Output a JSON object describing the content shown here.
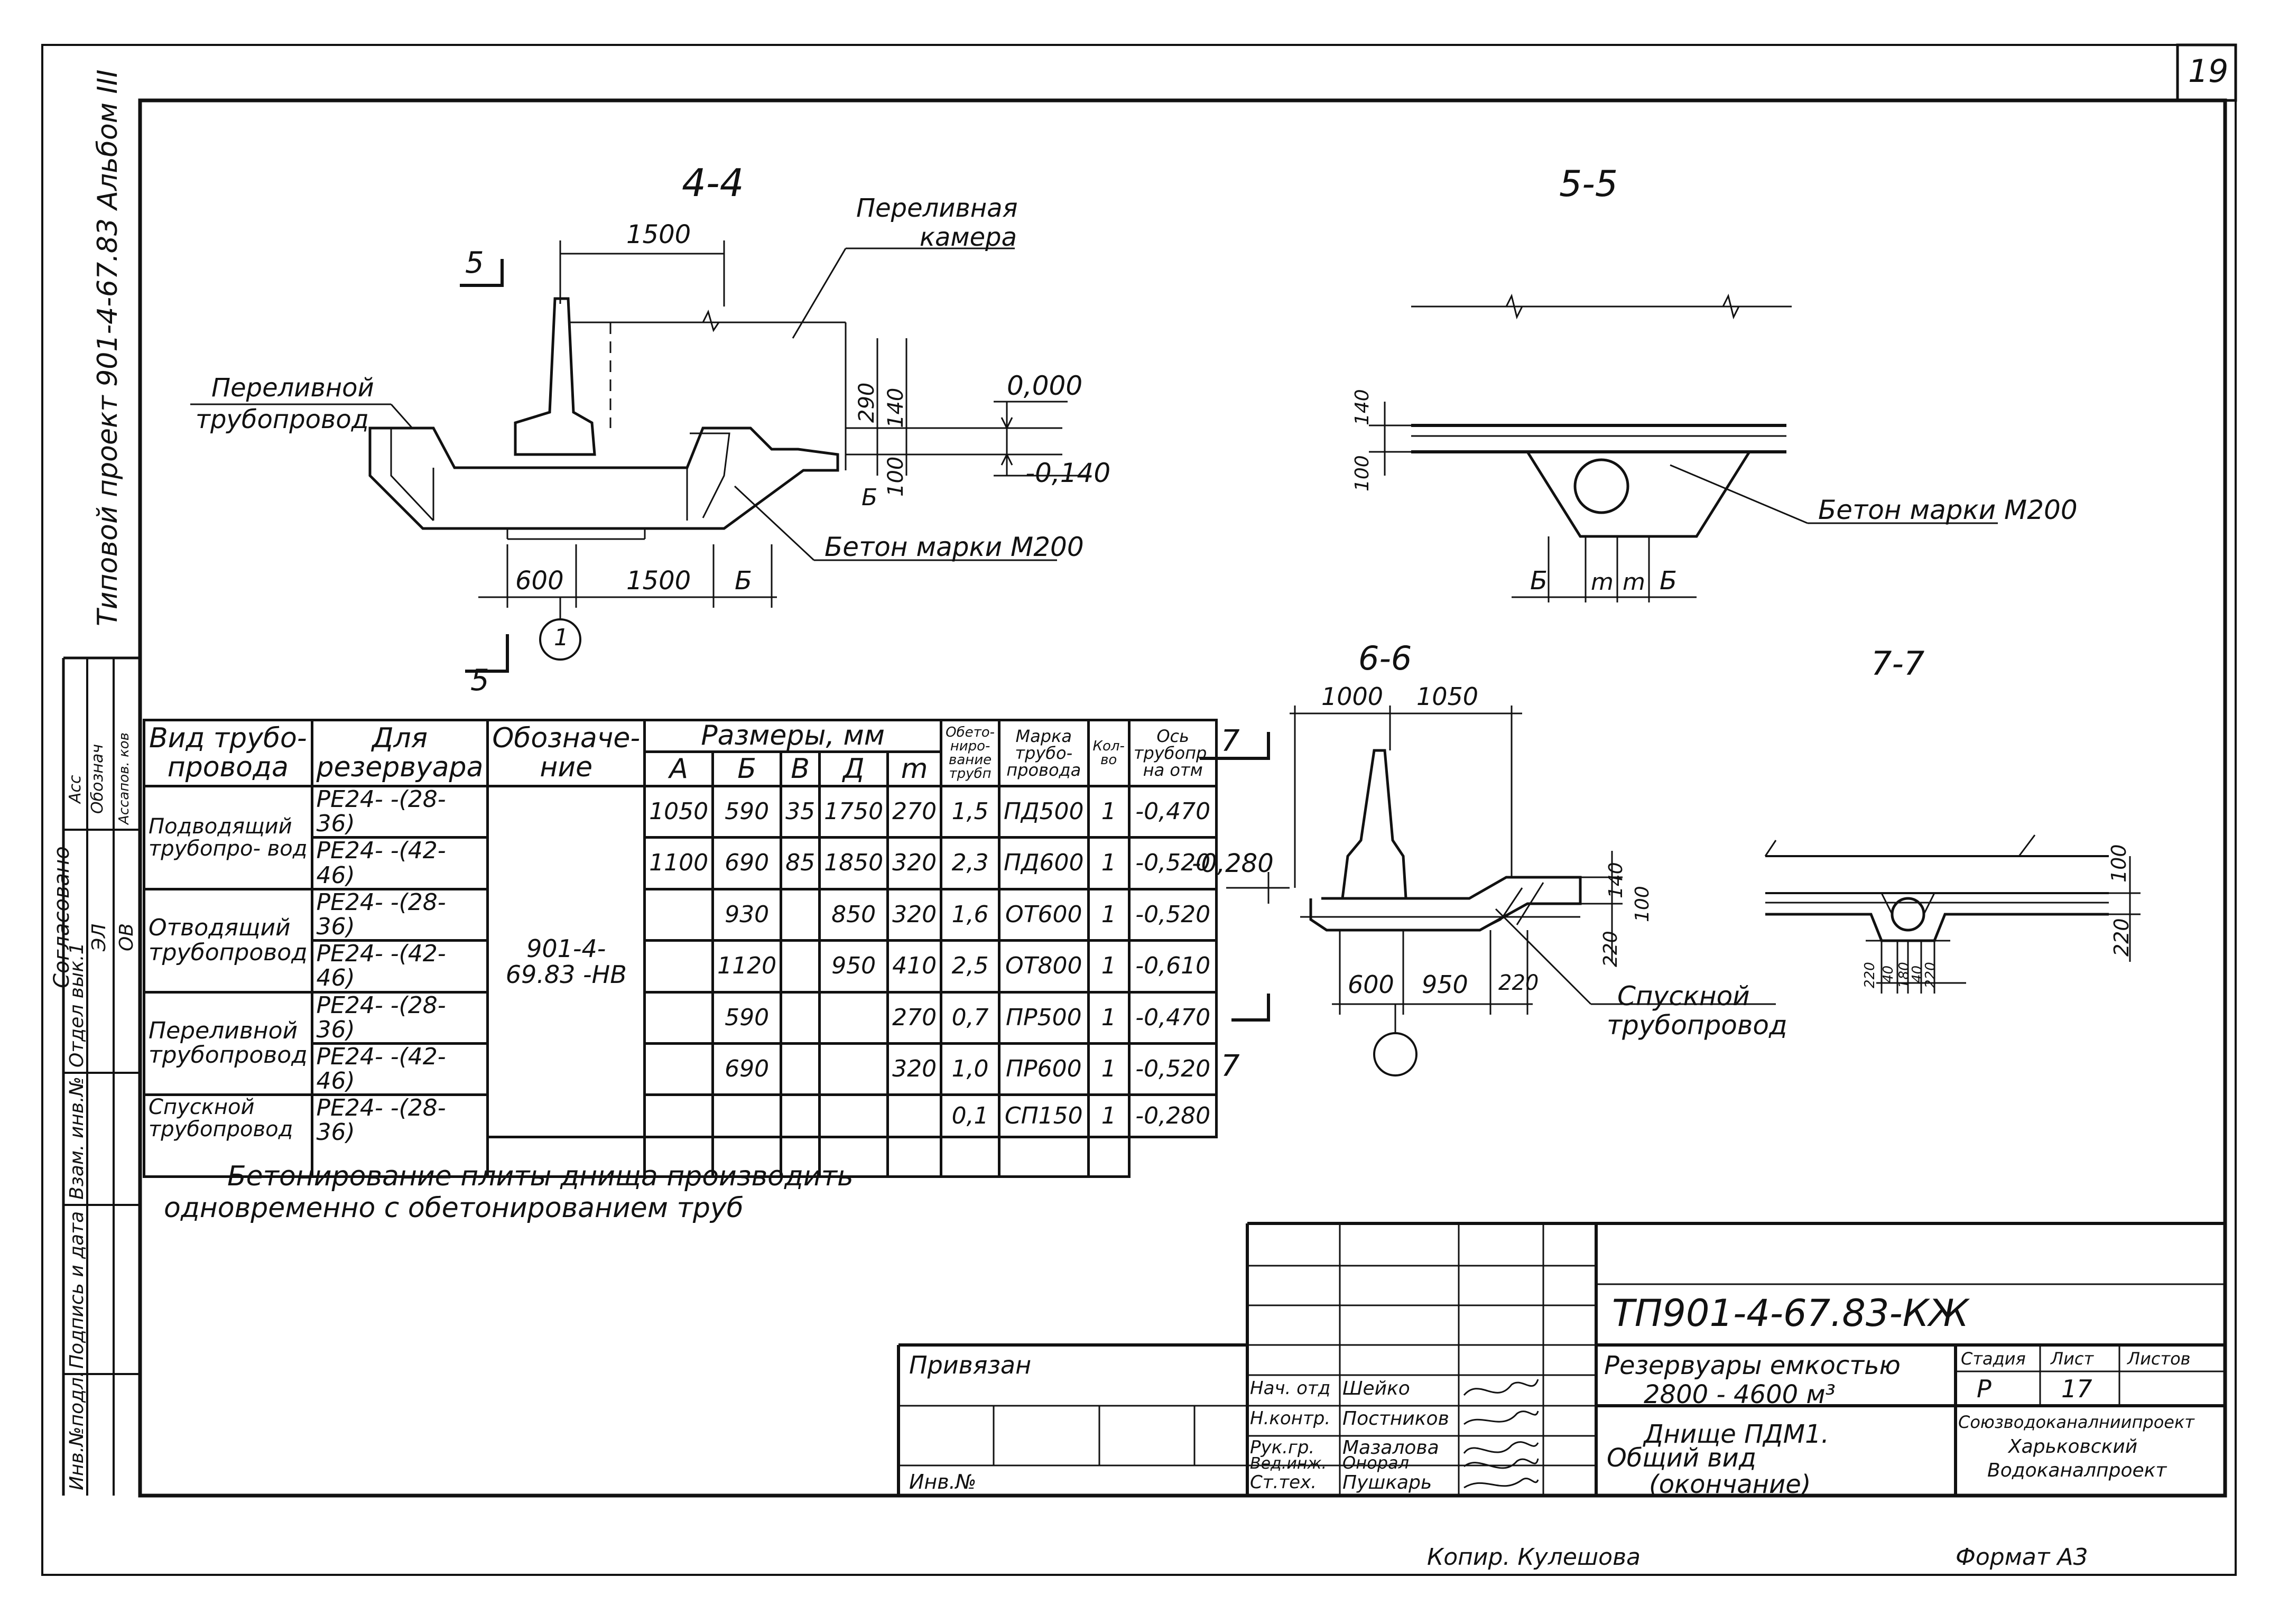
{
  "page_number": "19",
  "side_strip": {
    "project_title": "Типовой проект 901-4-67.83 Альбом III",
    "agreed": "Согласовано",
    "dept_lines": [
      "Отдел вык.1",
      "ЭЛ",
      "ОВ"
    ],
    "names": [
      "Асс",
      "Обознач",
      "Ассапов. ков"
    ],
    "inv_labels": [
      "Инв.№подл.",
      "Подпись и дата",
      "Взам. инв.№"
    ]
  },
  "section_4_4": {
    "title": "4-4",
    "cut_mark": "5",
    "dims_top": "1500",
    "label_chamber_1": "Переливная",
    "label_chamber_2": "камера",
    "label_pipe_1": "Переливной",
    "label_pipe_2": "трубопровод",
    "elev_zero": "0,000",
    "elev_neg": "-0,140",
    "dim_290": "290",
    "dim_140": "140",
    "dim_100": "100",
    "dim_B": "Б",
    "concrete": "Бетон марки М200",
    "dims_bottom_600": "600",
    "dims_bottom_1500": "1500",
    "dims_bottom_B": "Б",
    "axis_mark": "1"
  },
  "section_5_5": {
    "title": "5-5",
    "dim_140": "140",
    "dim_100": "100",
    "concrete": "Бетон марки М200",
    "dim_B1": "Б",
    "dim_m1": "m",
    "dim_m2": "m",
    "dim_B2": "Б"
  },
  "section_6_6": {
    "title": "6-6",
    "cut_mark": "7",
    "dim_1000": "1000",
    "dim_1050": "1050",
    "elev": "-0,280",
    "dim_140": "140",
    "dim_100": "100",
    "dim_220": "220",
    "dim_600": "600",
    "dim_950": "950",
    "dim_220b": "220",
    "label_1": "Спускной",
    "label_2": "трубопровод"
  },
  "section_7_7": {
    "title": "7-7",
    "dim_100": "100",
    "dim_220": "220",
    "small_dims": [
      "220",
      "40",
      "180",
      "40",
      "220"
    ]
  },
  "table": {
    "col_pipe_type": "Вид трубо- провода",
    "col_for_tank": "Для резервуара",
    "col_designation": "Обозначе- ние",
    "col_sizes": "Размеры, мм",
    "sub_cols": [
      "А",
      "Б",
      "В",
      "Д",
      "m"
    ],
    "col_concreting": "Обето- ниро- вание трубп",
    "col_pipe_mark": "Марка трубо- провода",
    "col_qty": "Кол-во",
    "col_axis": "Ось трубопр. на отм",
    "designation": "901-4-69.83 -НВ",
    "groups": [
      {
        "name": "Подводящий трубопро- вод",
        "rows": [
          {
            "tank": "РЕ24- -(28-36)",
            "A": "1050",
            "B": "590",
            "V": "35",
            "D": "1750",
            "m": "270",
            "conc": "1,5",
            "mark": "ПД500",
            "qty": "1",
            "axis": "-0,470"
          },
          {
            "tank": "РЕ24- -(42-46)",
            "A": "1100",
            "B": "690",
            "V": "85",
            "D": "1850",
            "m": "320",
            "conc": "2,3",
            "mark": "ПД600",
            "qty": "1",
            "axis": "-0,520"
          }
        ]
      },
      {
        "name": "Отводящий трубопровод",
        "rows": [
          {
            "tank": "РЕ24- -(28-36)",
            "A": "",
            "B": "930",
            "V": "",
            "D": "850",
            "m": "320",
            "conc": "1,6",
            "mark": "ОТ600",
            "qty": "1",
            "axis": "-0,520"
          },
          {
            "tank": "РЕ24- -(42-46)",
            "A": "",
            "B": "1120",
            "V": "",
            "D": "950",
            "m": "410",
            "conc": "2,5",
            "mark": "ОТ800",
            "qty": "1",
            "axis": "-0,610"
          }
        ]
      },
      {
        "name": "Переливной трубопровод",
        "rows": [
          {
            "tank": "РЕ24- -(28-36)",
            "A": "",
            "B": "590",
            "V": "",
            "D": "",
            "m": "270",
            "conc": "0,7",
            "mark": "ПР500",
            "qty": "1",
            "axis": "-0,470"
          },
          {
            "tank": "РЕ24- -(42-46)",
            "A": "",
            "B": "690",
            "V": "",
            "D": "",
            "m": "320",
            "conc": "1,0",
            "mark": "ПР600",
            "qty": "1",
            "axis": "-0,520"
          }
        ]
      },
      {
        "name": "Спускной трубопровод",
        "rows": [
          {
            "tank": "РЕ24- -(28-36)",
            "A": "",
            "B": "",
            "V": "",
            "D": "",
            "m": "",
            "conc": "0,1",
            "mark": "СП150",
            "qty": "1",
            "axis": "-0,280"
          }
        ]
      }
    ]
  },
  "note": {
    "line1": "Бетонирование плиты днища производить",
    "line2": "одновременно с обетонированием труб"
  },
  "title_block": {
    "code": "ТП901-4-67.83-КЖ",
    "tied": "Привязан",
    "inv": "Инв.№",
    "roles": [
      "Нач. отд",
      "Н.контр.",
      "Рук.гр.",
      "Вед.инж.",
      "Ст.тех."
    ],
    "names": [
      "Шейко",
      "Постников",
      "Мазалова",
      "Онорал",
      "Пушкарь"
    ],
    "object_1": "Резервуары емкостью",
    "object_2": "2800 - 4600 м³",
    "sheet_1": "Днище ПДМ1.",
    "sheet_2": "Общий вид",
    "sheet_3": "(окончание)",
    "stage_h": "Стадия",
    "sheet_h": "Лист",
    "sheets_h": "Листов",
    "stage": "Р",
    "sheet": "17",
    "org_1": "Союзводоканалниипроект",
    "org_2": "Харьковский",
    "org_3": "Водоканалпроект"
  },
  "footer": {
    "copied": "Копир. Кулешова",
    "format": "Формат А3"
  }
}
